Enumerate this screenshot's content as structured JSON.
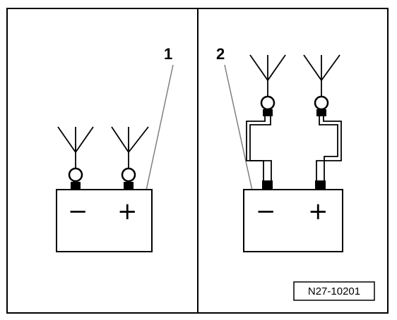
{
  "callouts": {
    "left": "1",
    "right": "2"
  },
  "battery": {
    "minus": "−",
    "plus": "+"
  },
  "reference_code": "N27-10201",
  "colors": {
    "stroke": "#000000",
    "leader": "#808080",
    "background": "#ffffff"
  }
}
